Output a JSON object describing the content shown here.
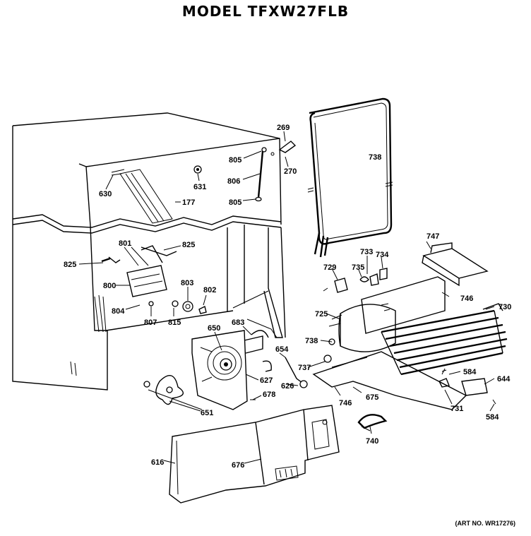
{
  "title": "MODEL TFXW27FLB",
  "art_number": "(ART NO. WR17276)",
  "part_labels": {
    "p269": "269",
    "p270": "270",
    "p738a": "738",
    "p805a": "805",
    "p806": "806",
    "p805b": "805",
    "p630": "630",
    "p631": "631",
    "p177": "177",
    "p747": "747",
    "p801": "801",
    "p825a": "825",
    "p825b": "825",
    "p733": "733",
    "p734": "734",
    "p729": "729",
    "p735": "735",
    "p800": "800",
    "p803": "803",
    "p802": "802",
    "p746a": "746",
    "p730": "730",
    "p725": "725",
    "p804": "804",
    "p807": "807",
    "p815": "815",
    "p683": "683",
    "p650": "650",
    "p738b": "738",
    "p654": "654",
    "p737": "737",
    "p584a": "584",
    "p644": "644",
    "p627": "627",
    "p626": "626",
    "p678": "678",
    "p746b": "746",
    "p675": "675",
    "p731": "731",
    "p584b": "584",
    "p651": "651",
    "p740": "740",
    "p616": "616",
    "p676": "676"
  }
}
